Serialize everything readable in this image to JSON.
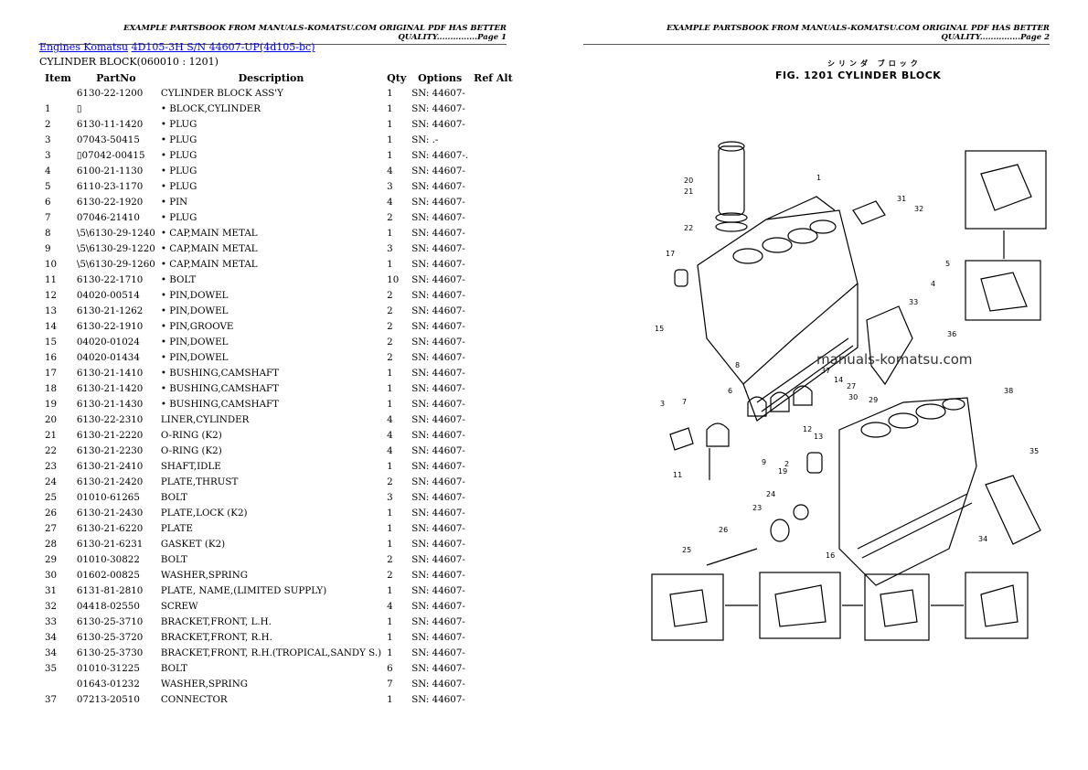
{
  "page1": {
    "header": "EXAMPLE PARTSBOOK FROM MANUALS-KOMATSU.COM ORIGINAL PDF HAS BETTER QUALITY...............Page 1",
    "breadcrumb": {
      "link1": "Engines Komatsu",
      "link2": "4D105-3H S/N 44607-UP(4d105-bc)"
    },
    "subtitle": "CYLINDER BLOCK(060010 : 1201)",
    "columns": [
      "Item",
      "PartNo",
      "Description",
      "Qty",
      "Options",
      "Ref Alt"
    ],
    "rows": [
      [
        "",
        "6130-22-1200",
        "CYLINDER BLOCK ASS'Y",
        "1",
        "SN: 44607-"
      ],
      [
        "1",
        "▯",
        "• BLOCK,CYLINDER",
        "1",
        "SN: 44607-"
      ],
      [
        "2",
        "6130-11-1420",
        "• PLUG",
        "1",
        "SN: 44607-"
      ],
      [
        "3",
        "07043-50415",
        "• PLUG",
        "1",
        "SN: .-"
      ],
      [
        "3",
        "▯07042-00415",
        "• PLUG",
        "1",
        "SN: 44607-."
      ],
      [
        "4",
        "6100-21-1130",
        "• PLUG",
        "4",
        "SN: 44607-"
      ],
      [
        "5",
        "6110-23-1170",
        "• PLUG",
        "3",
        "SN: 44607-"
      ],
      [
        "6",
        "6130-22-1920",
        "• PIN",
        "4",
        "SN: 44607-"
      ],
      [
        "7",
        "07046-21410",
        "• PLUG",
        "2",
        "SN: 44607-"
      ],
      [
        "8",
        "\\5\\6130-29-1240",
        "• CAP,MAIN METAL",
        "1",
        "SN: 44607-"
      ],
      [
        "9",
        "\\5\\6130-29-1220",
        "• CAP,MAIN METAL",
        "3",
        "SN: 44607-"
      ],
      [
        "10",
        "\\5\\6130-29-1260",
        "• CAP,MAIN METAL",
        "1",
        "SN: 44607-"
      ],
      [
        "11",
        "6130-22-1710",
        "• BOLT",
        "10",
        "SN: 44607-"
      ],
      [
        "12",
        "04020-00514",
        "• PIN,DOWEL",
        "2",
        "SN: 44607-"
      ],
      [
        "13",
        "6130-21-1262",
        "• PIN,DOWEL",
        "2",
        "SN: 44607-"
      ],
      [
        "14",
        "6130-22-1910",
        "• PIN,GROOVE",
        "2",
        "SN: 44607-"
      ],
      [
        "15",
        "04020-01024",
        "• PIN,DOWEL",
        "2",
        "SN: 44607-"
      ],
      [
        "16",
        "04020-01434",
        "• PIN,DOWEL",
        "2",
        "SN: 44607-"
      ],
      [
        "17",
        "6130-21-1410",
        "• BUSHING,CAMSHAFT",
        "1",
        "SN: 44607-"
      ],
      [
        "18",
        "6130-21-1420",
        "• BUSHING,CAMSHAFT",
        "1",
        "SN: 44607-"
      ],
      [
        "19",
        "6130-21-1430",
        "• BUSHING,CAMSHAFT",
        "1",
        "SN: 44607-"
      ],
      [
        "20",
        "6130-22-2310",
        "LINER,CYLINDER",
        "4",
        "SN: 44607-"
      ],
      [
        "21",
        "6130-21-2220",
        "O-RING (K2)",
        "4",
        "SN: 44607-"
      ],
      [
        "22",
        "6130-21-2230",
        "O-RING (K2)",
        "4",
        "SN: 44607-"
      ],
      [
        "23",
        "6130-21-2410",
        "SHAFT,IDLE",
        "1",
        "SN: 44607-"
      ],
      [
        "24",
        "6130-21-2420",
        "PLATE,THRUST",
        "2",
        "SN: 44607-"
      ],
      [
        "25",
        "01010-61265",
        "BOLT",
        "3",
        "SN: 44607-"
      ],
      [
        "26",
        "6130-21-2430",
        "PLATE,LOCK (K2)",
        "1",
        "SN: 44607-"
      ],
      [
        "27",
        "6130-21-6220",
        "PLATE",
        "1",
        "SN: 44607-"
      ],
      [
        "28",
        "6130-21-6231",
        "GASKET (K2)",
        "1",
        "SN: 44607-"
      ],
      [
        "29",
        "01010-30822",
        "BOLT",
        "2",
        "SN: 44607-"
      ],
      [
        "30",
        "01602-00825",
        "WASHER,SPRING",
        "2",
        "SN: 44607-"
      ],
      [
        "31",
        "6131-81-2810",
        "PLATE, NAME,(LIMITED SUPPLY)",
        "1",
        "SN: 44607-"
      ],
      [
        "32",
        "04418-02550",
        "SCREW",
        "4",
        "SN: 44607-"
      ],
      [
        "33",
        "6130-25-3710",
        "BRACKET,FRONT, L.H.",
        "1",
        "SN: 44607-"
      ],
      [
        "34",
        "6130-25-3720",
        "BRACKET,FRONT, R.H.",
        "1",
        "SN: 44607-"
      ],
      [
        "34",
        "6130-25-3730",
        "BRACKET,FRONT, R.H.(TROPICAL,SANDY S.)",
        "1",
        "SN: 44607-"
      ],
      [
        "35",
        "01010-31225",
        "BOLT",
        "6",
        "SN: 44607-"
      ],
      [
        "",
        "01643-01232",
        "WASHER,SPRING",
        "7",
        "SN: 44607-"
      ],
      [
        "37",
        "07213-20510",
        "CONNECTOR",
        "1",
        "SN: 44607-"
      ]
    ]
  },
  "page2": {
    "header": "EXAMPLE PARTSBOOK FROM MANUALS-KOMATSU.COM ORIGINAL PDF HAS BETTER QUALITY...............Page 2",
    "figure_title_jp": "シリンダ ブロック",
    "figure_title": "FIG. 1201  CYLINDER BLOCK",
    "watermark": "manuals-komatsu.com",
    "callouts": [
      "20",
      "21",
      "22",
      "1",
      "31",
      "32",
      "17",
      "5",
      "4",
      "33",
      "15",
      "36",
      "3",
      "7",
      "6",
      "8",
      "37",
      "14",
      "27",
      "30",
      "29",
      "12",
      "13",
      "38",
      "9",
      "11",
      "19",
      "2",
      "23",
      "24",
      "26",
      "25",
      "16",
      "34",
      "35"
    ]
  }
}
